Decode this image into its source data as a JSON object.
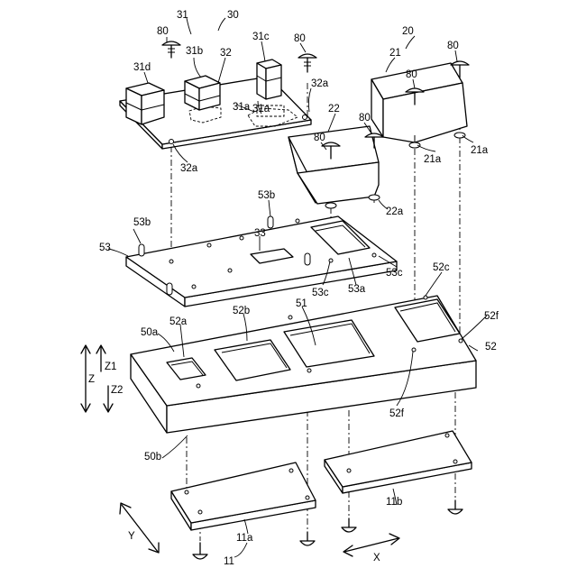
{
  "labels": {
    "l30": "30",
    "l31": "31",
    "l31b": "31b",
    "l31c": "31c",
    "l31d": "31d",
    "l32": "32",
    "l31a_1": "31a",
    "l31a_2": "31a",
    "l32a_1": "32a",
    "l32a_2": "32a",
    "l80_1": "80",
    "l80_2": "80",
    "l80_3": "80",
    "l80_4": "80",
    "l80_5": "80",
    "l80_6": "80",
    "l20": "20",
    "l21": "21",
    "l21a_1": "21a",
    "l21a_2": "21a",
    "l22": "22",
    "l22a": "22a",
    "l53b_1": "53b",
    "l53b_2": "53b",
    "l53": "53",
    "l33": "33",
    "l53c_1": "53c",
    "l53c_2": "53c",
    "l53a": "53a",
    "l52c": "52c",
    "l52f_1": "52f",
    "l52f_2": "52f",
    "l52": "52",
    "l50a": "50a",
    "l52a": "52a",
    "l52b": "52b",
    "l51": "51",
    "l50b": "50b",
    "l11a": "11a",
    "l11b": "11b",
    "l11": "11",
    "axisZ": "Z",
    "axisZ1": "Z1",
    "axisZ2": "Z2",
    "axisY": "Y",
    "axisX": "X"
  }
}
